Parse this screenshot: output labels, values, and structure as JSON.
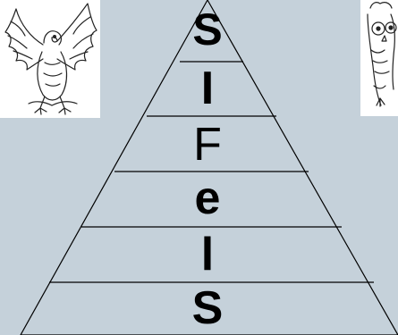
{
  "background_color": "#c5d1da",
  "pyramid": {
    "line_color": "#000000",
    "fill_color": "#c5d1da",
    "letters": [
      {
        "text": "S",
        "weight": "bold"
      },
      {
        "text": "I",
        "weight": "bold"
      },
      {
        "text": "F",
        "weight": "normal"
      },
      {
        "text": "e",
        "weight": "bold"
      },
      {
        "text": "l",
        "weight": "bold"
      },
      {
        "text": "S",
        "weight": "bold"
      }
    ]
  },
  "left_image": {
    "icon": "eagle-drawing"
  },
  "right_image": {
    "icon": "owl-drawing"
  }
}
